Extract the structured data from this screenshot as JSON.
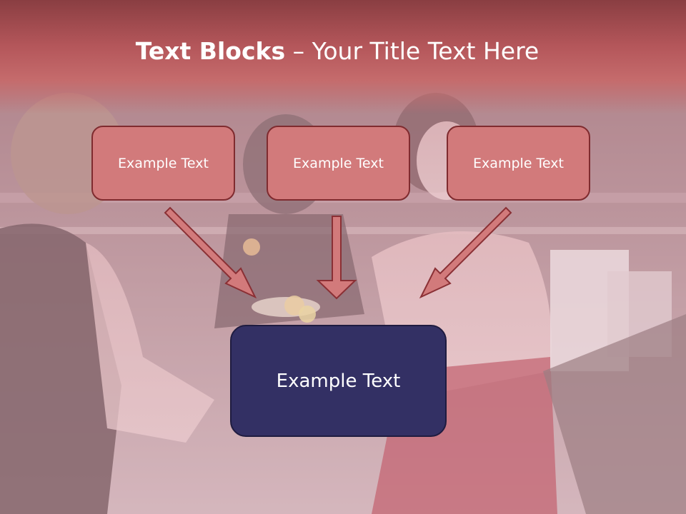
{
  "title": {
    "bold": "Text Blocks",
    "dash": " – ",
    "rest": "Your Title Text Here"
  },
  "top_boxes": [
    {
      "label": "Example Text"
    },
    {
      "label": "Example Text"
    },
    {
      "label": "Example Text"
    }
  ],
  "main_box": {
    "label": "Example Text"
  },
  "colors": {
    "title_band": "#b4565a",
    "box_fill": "#d27a7b",
    "box_border": "#7f2b2f",
    "main_box_fill": "#333064",
    "text": "#ffffff"
  }
}
